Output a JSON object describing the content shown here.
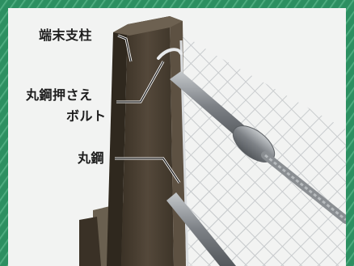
{
  "labels": {
    "end_post": "端末支柱",
    "bolt_line1": "丸鋼押さえ",
    "bolt_line2": "ボルト",
    "round_steel": "丸鋼"
  },
  "colors": {
    "frame_green": "#2c8f61",
    "background": "#f2f3f2",
    "post_dark": "#463c2f",
    "post_mid": "#5a4e3f",
    "mesh": "#b9bcbf",
    "rod": "#8e9296",
    "text": "#1d1d1d"
  }
}
